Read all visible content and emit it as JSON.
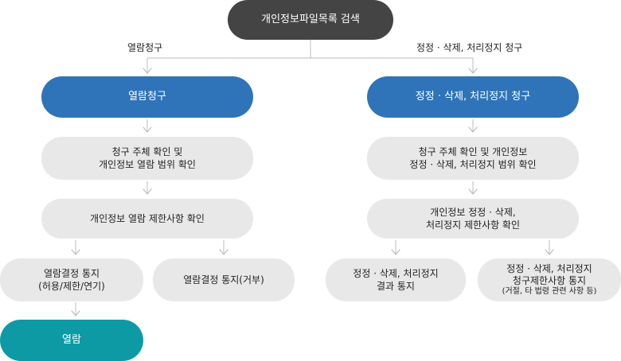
{
  "top": {
    "label": "개인정보파일목록 검색"
  },
  "branch_labels": {
    "left": "열람청구",
    "right": "정정 · 삭제, 처리정지 청구"
  },
  "left": {
    "header": "열람청구",
    "step1": [
      "청구 주체 확인 및",
      "개인정보 열람 범위 확인"
    ],
    "step2": "개인정보 열람 제한사항 확인",
    "result_a": [
      "열람결정 통지",
      "(허용/제한/연기)"
    ],
    "result_b": "열람결정 통지(거부)",
    "final": "열람"
  },
  "right": {
    "header": "정정 · 삭제, 처리정지 청구",
    "step1": [
      "청구 주체 확인 및 개인정보",
      "정정 · 삭제, 처리정지 범위 확인"
    ],
    "step2": [
      "개인정보 정정 · 삭제,",
      "처리정지 제한사항 확인"
    ],
    "result_a": [
      "정정 · 삭제, 처리정지",
      "결과 통지"
    ],
    "result_b": [
      "정정 · 삭제, 처리정지",
      "청구제한사항 통지",
      "(거절, 타 법령 관련 사항 등)"
    ]
  },
  "colors": {
    "dark": "#444444",
    "blue": "#2f74b9",
    "gray": "#e8e8e8",
    "teal": "#0e9aa4",
    "line": "#bdbdbd"
  }
}
